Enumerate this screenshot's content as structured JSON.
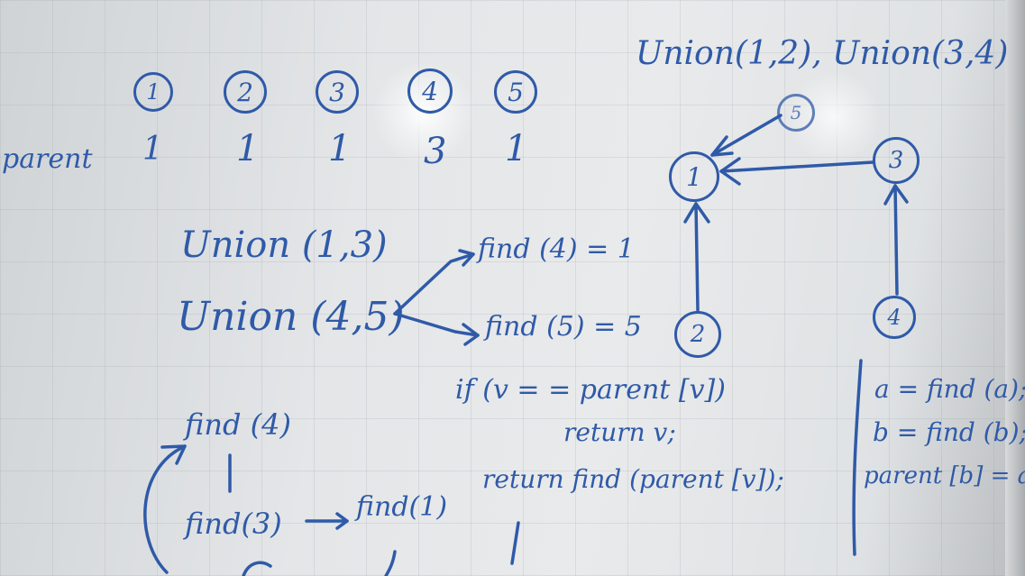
{
  "board": {
    "union_header": "Union(1,2), Union(3,4)",
    "parent_label": "parent",
    "index_nodes": [
      "1",
      "2",
      "3",
      "4",
      "5"
    ],
    "parent_values": [
      "1",
      "1",
      "1",
      "3",
      "1"
    ],
    "union_13": "Union (1,3)",
    "union_45": "Union (4,5)",
    "find4_result": "find (4) = 1",
    "find5_result": "find (5) = 5",
    "if_line": "if (v = = parent [v])",
    "return_v": "return v;",
    "return_find": "return find (parent [v]);",
    "find4_call": "find (4)",
    "find3_chain": "find(3)",
    "find1_chain": "find(1)",
    "return_word": "return",
    "union_code": [
      "a = find (a);",
      "b = find (b);",
      "parent [b] = a"
    ],
    "graph_nodes": [
      "1",
      "2",
      "3",
      "4",
      "5"
    ]
  },
  "colors": {
    "ink": "#2f5aa8",
    "board": "#e6e8ea"
  }
}
